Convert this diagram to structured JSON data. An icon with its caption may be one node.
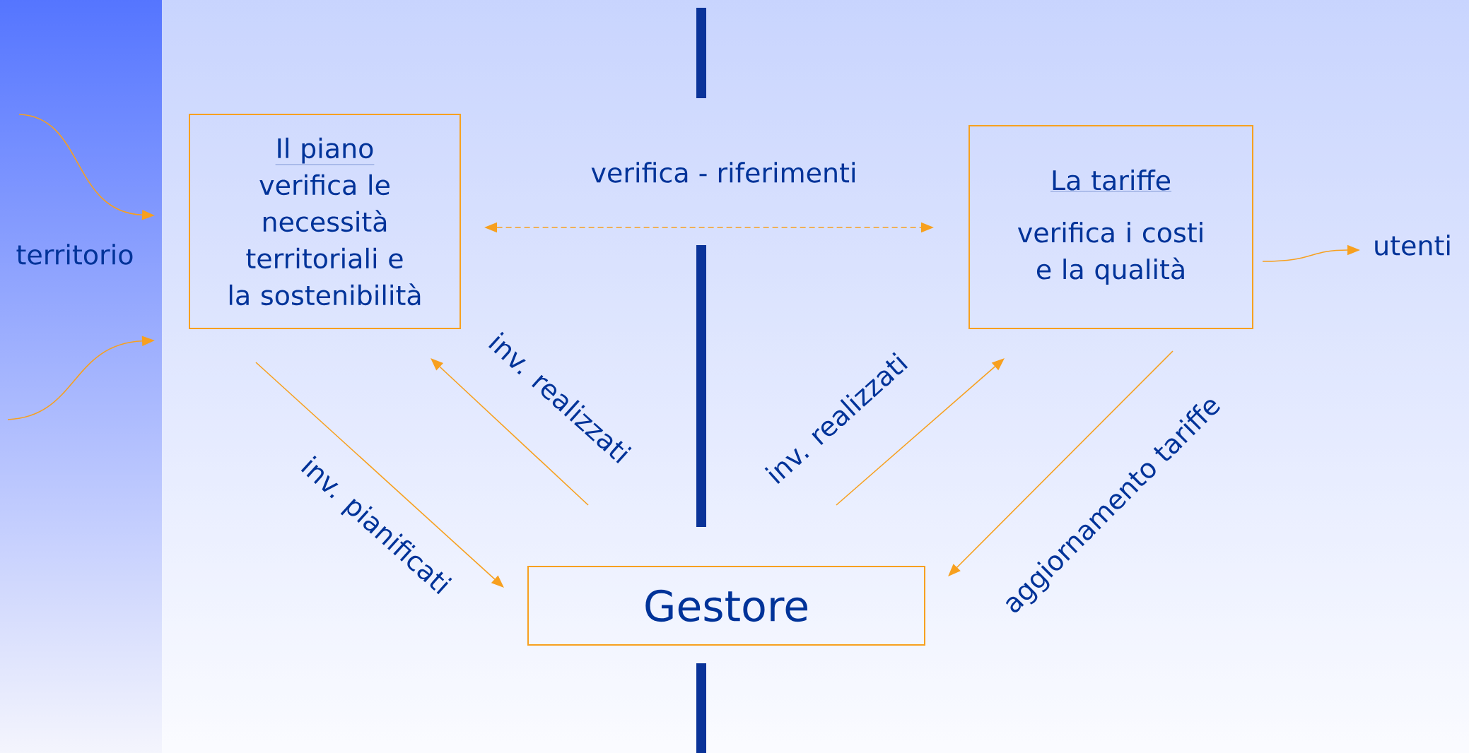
{
  "diagram": {
    "nodes": [
      {
        "text": [
          "Il piano",
          "verifica le necessità territoriali e la sostenibilità"
        ]
      },
      {
        "text": [
          "La tariffe",
          "verifica i costi e la qualità"
        ]
      },
      {
        "text": [
          "Gestore"
        ]
      },
      {
        "text": [
          "utenti"
        ]
      }
    ],
    "edges": [
      {
        "from": null,
        "to": 0,
        "arrow": "to"
      },
      {
        "from": null,
        "to": 0,
        "arrow": "to"
      },
      {
        "from": 0,
        "to": 1,
        "arrow": "both",
        "style": "dashed",
        "label": "verifica - riferimenti"
      },
      {
        "from": 0,
        "to": 2,
        "arrow": "to",
        "label": "inv. pianificati"
      },
      {
        "from": 2,
        "to": 0,
        "arrow": "to",
        "label": "inv. realizzati"
      },
      {
        "from": 2,
        "to": 1,
        "arrow": "to",
        "label": "inv. realizzati"
      },
      {
        "from": 1,
        "to": 2,
        "arrow": "to",
        "label": "aggiornamento tariffe"
      },
      {
        "from": 1,
        "to": 3,
        "arrow": "to"
      }
    ],
    "labels": [
      "territorio"
    ]
  }
}
